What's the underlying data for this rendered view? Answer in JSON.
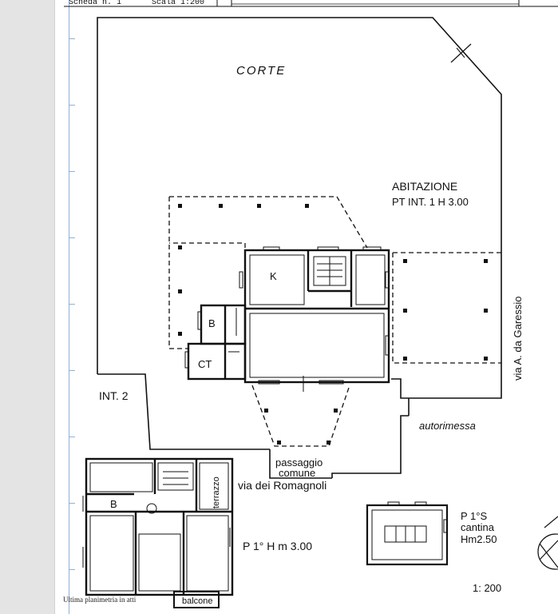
{
  "header": {
    "scheda": "Scheda n. 1",
    "scala": "Scala 1:200"
  },
  "plan": {
    "corte": "CORTE",
    "abitazione": "ABITAZIONE",
    "pt_int": "PT INT. 1 H 3.00",
    "k": "K",
    "b_ground": "B",
    "ct": "CT",
    "int2": "INT. 2",
    "via_garessio": "via A. da Garessio",
    "autorimessa": "autorimessa",
    "passaggio_1": "passaggio",
    "passaggio_2": "comune",
    "via_romagnoli": "via dei Romagnoli",
    "terrazzo": "terrazzo",
    "b_first": "B",
    "p1h": "P 1° H m 3.00",
    "balcone": "balcone",
    "p1s": "P 1°S",
    "cantina": "cantina",
    "hm": "Hm2.50",
    "scale": "1: 200"
  },
  "footer_note": "Ultima planimetria in atti"
}
